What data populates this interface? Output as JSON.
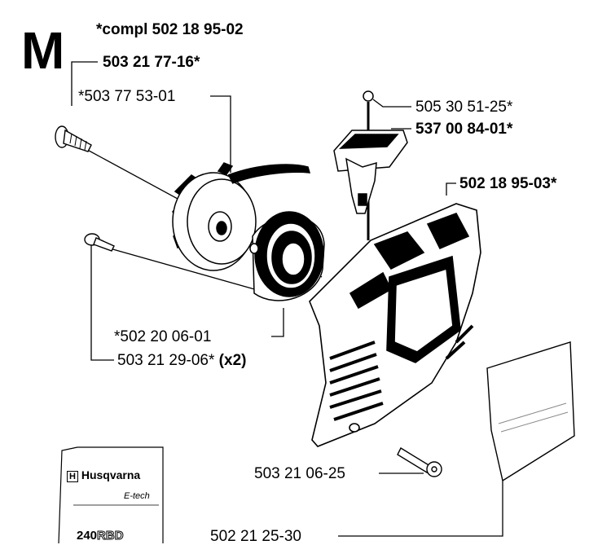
{
  "section_letter": "M",
  "assembly_label": "*compl 502 18 95-02",
  "labels": {
    "screw_kit": "503 21 77-16*",
    "pulley": "*503 77 53-01",
    "rope": "505 30 51-25*",
    "handle": "537 00 84-01*",
    "cover": "502 18 95-03*",
    "spring": "*502 20 06-01",
    "screw_x2": "503 21 29-06*",
    "screw_x2_qty": "(x2)",
    "cover_screw": "503 21 06-25",
    "decal": "502 21 25-30"
  },
  "decal_logo": {
    "brand": "Husqvarna",
    "line": "E-tech",
    "model_number": "240",
    "model_suffix": "RBD"
  }
}
